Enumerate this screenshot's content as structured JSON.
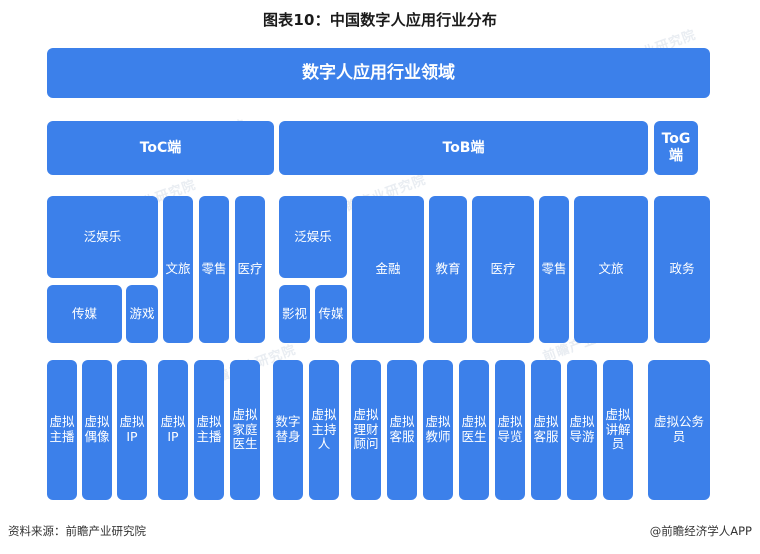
{
  "title": "图表10：中国数字人应用行业分布",
  "footer": {
    "source": "资料来源：前瞻产业研究院",
    "brand": "@前瞻经济学人APP"
  },
  "colors": {
    "box_fill": "#3c80ea",
    "box_text": "#ffffff",
    "title_text": "#1a1a1a",
    "page_background": "#ffffff"
  },
  "chart_data": {
    "type": "diagram",
    "title": "图表10：中国数字人应用行业分布",
    "root": "数字人应用行业领域",
    "segments": [
      "ToC端",
      "ToB端",
      "ToG端"
    ],
    "industries": [
      "泛娱乐",
      "传媒",
      "游戏",
      "文旅",
      "零售",
      "医疗",
      "泛娱乐",
      "影视",
      "传媒",
      "金融",
      "教育",
      "医疗",
      "零售",
      "文旅",
      "政务"
    ],
    "applications": [
      "虚拟主播",
      "虚拟偶像",
      "虚拟IP",
      "虚拟IP",
      "虚拟主播",
      "虚拟家庭医生",
      "数字替身",
      "虚拟主持人",
      "虚拟理财顾问",
      "虚拟客服",
      "虚拟教师",
      "虚拟医生",
      "虚拟导览",
      "虚拟客服",
      "虚拟导游",
      "虚拟讲解员",
      "虚拟公务员"
    ]
  },
  "diagram": {
    "root": {
      "label": "数字人应用行业领域"
    },
    "segments": [
      {
        "label": "ToC端"
      },
      {
        "label": "ToB端"
      },
      {
        "label": "ToG端"
      }
    ],
    "industries": [
      {
        "label": "泛娱乐"
      },
      {
        "label": "传媒"
      },
      {
        "label": "游戏"
      },
      {
        "label": "文旅"
      },
      {
        "label": "零售"
      },
      {
        "label": "医疗"
      },
      {
        "label": "泛娱乐"
      },
      {
        "label": "影视"
      },
      {
        "label": "传媒"
      },
      {
        "label": "金融"
      },
      {
        "label": "教育"
      },
      {
        "label": "医疗"
      },
      {
        "label": "零售"
      },
      {
        "label": "文旅"
      },
      {
        "label": "政务"
      }
    ],
    "applications": [
      {
        "label": "虚拟主播"
      },
      {
        "label": "虚拟偶像"
      },
      {
        "label": "虚拟IP"
      },
      {
        "label": "虚拟IP"
      },
      {
        "label": "虚拟主播"
      },
      {
        "label": "虚拟家庭医生"
      },
      {
        "label": "数字替身"
      },
      {
        "label": "虚拟主持人"
      },
      {
        "label": "虚拟理财顾问"
      },
      {
        "label": "虚拟客服"
      },
      {
        "label": "虚拟教师"
      },
      {
        "label": "虚拟医生"
      },
      {
        "label": "虚拟导览"
      },
      {
        "label": "虚拟客服"
      },
      {
        "label": "虚拟导游"
      },
      {
        "label": "虚拟讲解员"
      },
      {
        "label": "虚拟公务员"
      }
    ]
  },
  "watermarks": [
    {
      "text": "前瞻产业研究院"
    },
    {
      "text": "前瞻产业研究院"
    },
    {
      "text": "前瞻产业研究院"
    },
    {
      "text": "前瞻产业研究院"
    },
    {
      "text": "前瞻产业研究院"
    },
    {
      "text": "前瞻产业研究院"
    }
  ]
}
